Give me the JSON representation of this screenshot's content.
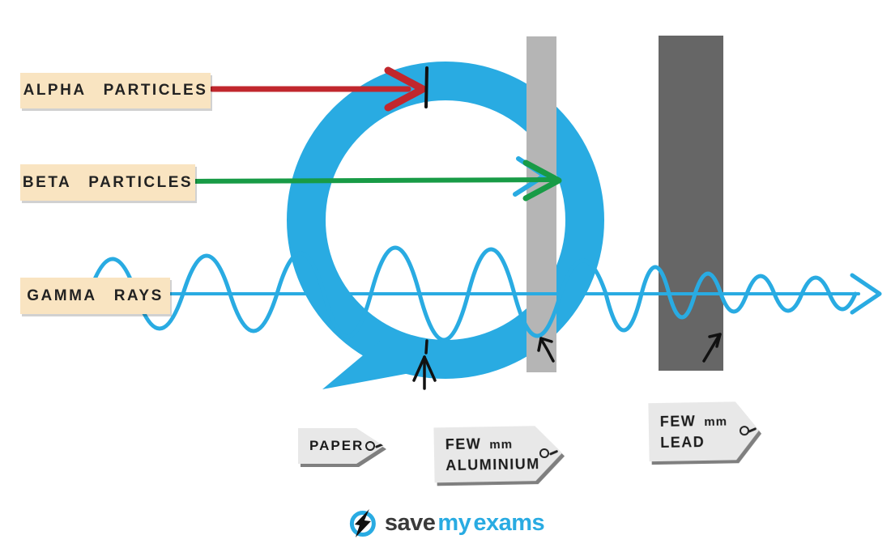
{
  "labels": {
    "alpha": "ALPHA PARTICLES",
    "beta": "BETA PARTICLES",
    "gamma": "GAMMA RAYS"
  },
  "tags": {
    "paper": {
      "material": "PAPER"
    },
    "aluminium": {
      "amount": "FEW",
      "unit": "mm",
      "material": "ALUMINIUM"
    },
    "lead": {
      "amount": "FEW",
      "unit": "mm",
      "material": "LEAD"
    }
  },
  "logo": {
    "word1": "save",
    "word2": "my",
    "word3": "exams"
  },
  "colors": {
    "blue": "#29ABE2",
    "red": "#C1272D",
    "green": "#189B46",
    "cream": "#F9E4C1",
    "aluminium": "#B5B5B5",
    "lead": "#666666",
    "tag_grey": "#E8E8E8",
    "ink": "#111111"
  }
}
